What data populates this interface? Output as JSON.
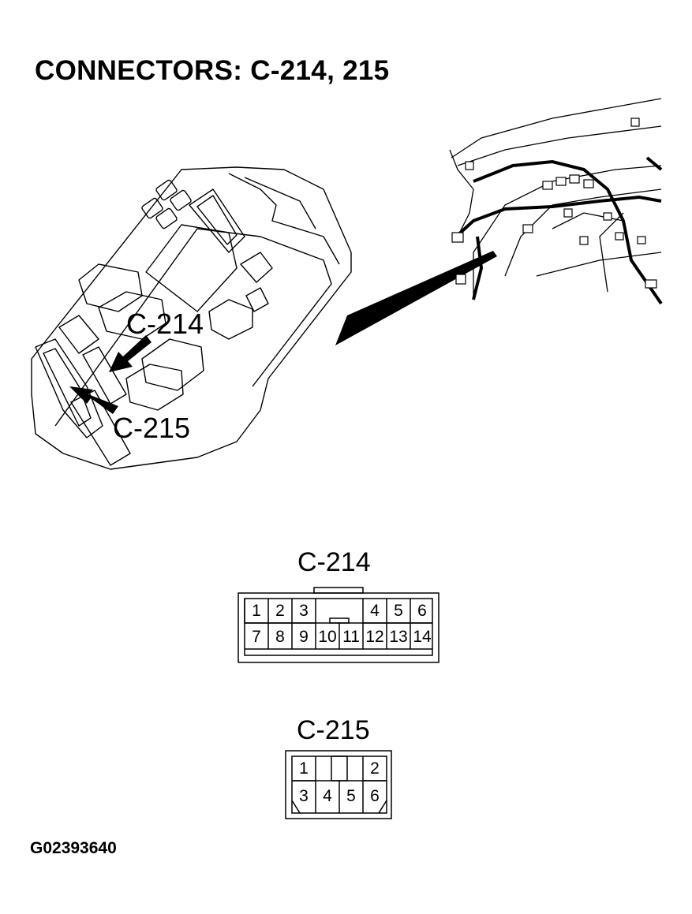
{
  "title": "CONNECTORS: C-214, 215",
  "callouts": {
    "c214": "C-214",
    "c215": "C-215"
  },
  "connectors": [
    {
      "name": "C-214",
      "top_row": [
        "1",
        "2",
        "3",
        "4",
        "5",
        "6"
      ],
      "bottom_row": [
        "7",
        "8",
        "9",
        "10",
        "11",
        "12",
        "13",
        "14"
      ]
    },
    {
      "name": "C-215",
      "top_row": [
        "1",
        "2"
      ],
      "bottom_row": [
        "3",
        "4",
        "5",
        "6"
      ]
    }
  ],
  "figure_id": "G02393640"
}
